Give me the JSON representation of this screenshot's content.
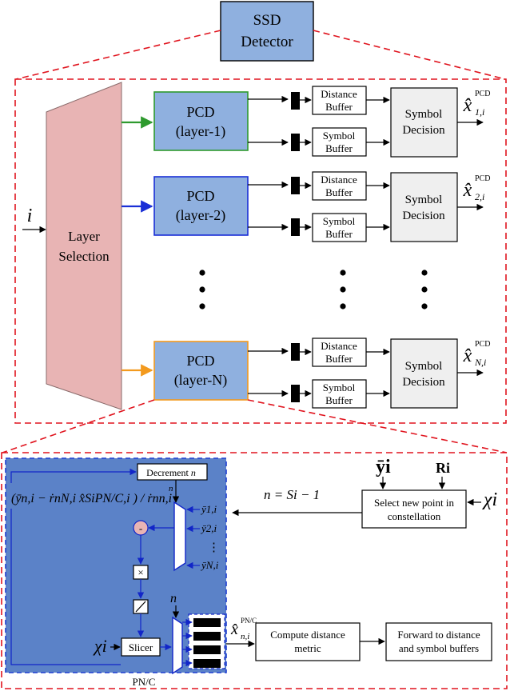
{
  "top": {
    "ssd_line1": "SSD",
    "ssd_line2": "Detector",
    "input_label": "i",
    "layer_selection_1": "Layer",
    "layer_selection_2": "Selection",
    "rows": [
      {
        "pcd_line1": "PCD",
        "pcd_line2": "(layer-1)",
        "dist1": "Distance",
        "dist2": "Buffer",
        "sym1": "Symbol",
        "sym2": "Buffer",
        "dec1": "Symbol",
        "dec2": "Decision",
        "out_sub": "1,i",
        "out_sup": "PCD"
      },
      {
        "pcd_line1": "PCD",
        "pcd_line2": "(layer-2)",
        "dist1": "Distance",
        "dist2": "Buffer",
        "sym1": "Symbol",
        "sym2": "Buffer",
        "dec1": "Symbol",
        "dec2": "Decision",
        "out_sub": "2,i",
        "out_sup": "PCD"
      },
      {
        "pcd_line1": "PCD",
        "pcd_line2": "(layer-N)",
        "dist1": "Distance",
        "dist2": "Buffer",
        "sym1": "Symbol",
        "sym2": "Buffer",
        "dec1": "Symbol",
        "dec2": "Decision",
        "out_sub": "N,i",
        "out_sup": "PCD"
      }
    ],
    "colors": {
      "layer1": "#2e9a2e",
      "layer2": "#1a2fd6",
      "layerN": "#f39a1e",
      "pcd_fill": "#8fb0df",
      "selection_fill": "#e8b4b4",
      "dashed_red": "#e0141e",
      "pn_fill": "#5b82c8"
    }
  },
  "bottom": {
    "decrement_prefix": "Decrement ",
    "decrement_var": "n",
    "mux_n_label": "n",
    "mux_inputs": [
      "ȳ1,i",
      "ȳ2,i",
      "ȳN,i"
    ],
    "ellipsis": "⋮",
    "minus_symbol": "-",
    "times_symbol": "×",
    "chi_label": "χi",
    "slicer_label": "Slicer",
    "pn_label": "PN/C",
    "n_eq": "n = Si − 1",
    "y_bar_label": "ȳi",
    "r_label": "Ri",
    "chi_right": "χi",
    "select_line1": "Select new point in",
    "select_line2": "constellation",
    "compute_line1": "Compute distance",
    "compute_line2": "metric",
    "forward_line1": "Forward to distance",
    "forward_line2": "and symbol buffers",
    "xhat_sup": "PN/C",
    "xhat_sub": "n,i",
    "formula": "(ȳn,i − ṙnN,i x̂SiPN/C,i ) / ṙnn,i"
  }
}
